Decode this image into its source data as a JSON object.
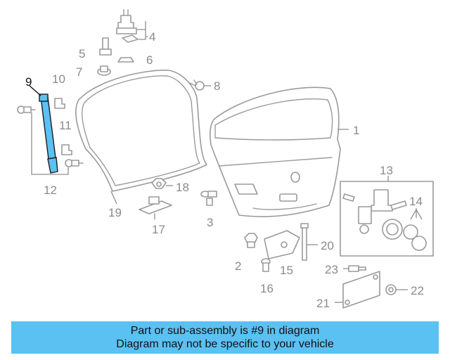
{
  "diagram": {
    "callouts": {
      "c1": "1",
      "c2": "2",
      "c3": "3",
      "c4": "4",
      "c5": "5",
      "c6": "6",
      "c7": "7",
      "c8": "8",
      "c9": "9",
      "c10": "10",
      "c11": "11",
      "c12": "12",
      "c13": "13",
      "c14": "14",
      "c15": "15",
      "c16": "16",
      "c17": "17",
      "c18": "18",
      "c19": "19",
      "c20": "20",
      "c21": "21",
      "c22": "22",
      "c23": "23"
    },
    "highlighted_part": "9",
    "highlight_color": "#5bc0f2",
    "line_color": "#9a9a9a"
  },
  "banner": {
    "line1": "Part or sub-assembly is #9 in diagram",
    "line2": "Diagram may not be specific to your vehicle",
    "background": "#5bc0f2"
  }
}
